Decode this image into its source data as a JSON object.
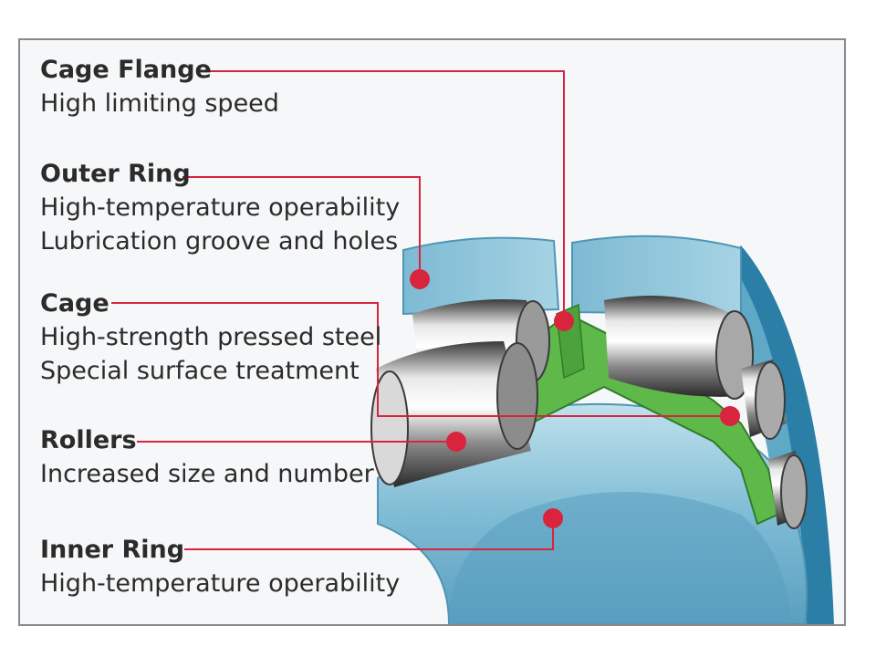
{
  "colors": {
    "leader": "#d9243e",
    "ring_light": "#8ec6db",
    "ring_mid": "#5fa8c6",
    "ring_dark": "#2b7fa6",
    "cage": "#5fb84a",
    "frame_bg": "#f6f7f8",
    "frame_border": "#8a8a8a"
  },
  "labels": [
    {
      "id": "cage-flange",
      "title": "Cage Flange",
      "lines": [
        "High limiting speed"
      ]
    },
    {
      "id": "outer-ring",
      "title": "Outer Ring",
      "lines": [
        "High-temperature operability",
        "Lubrication groove and holes"
      ]
    },
    {
      "id": "cage",
      "title": "Cage",
      "lines": [
        "High-strength pressed steel",
        "Special surface treatment"
      ]
    },
    {
      "id": "rollers",
      "title": "Rollers",
      "lines": [
        "Increased size and number"
      ]
    },
    {
      "id": "inner-ring",
      "title": "Inner Ring",
      "lines": [
        "High-temperature operability"
      ]
    }
  ]
}
